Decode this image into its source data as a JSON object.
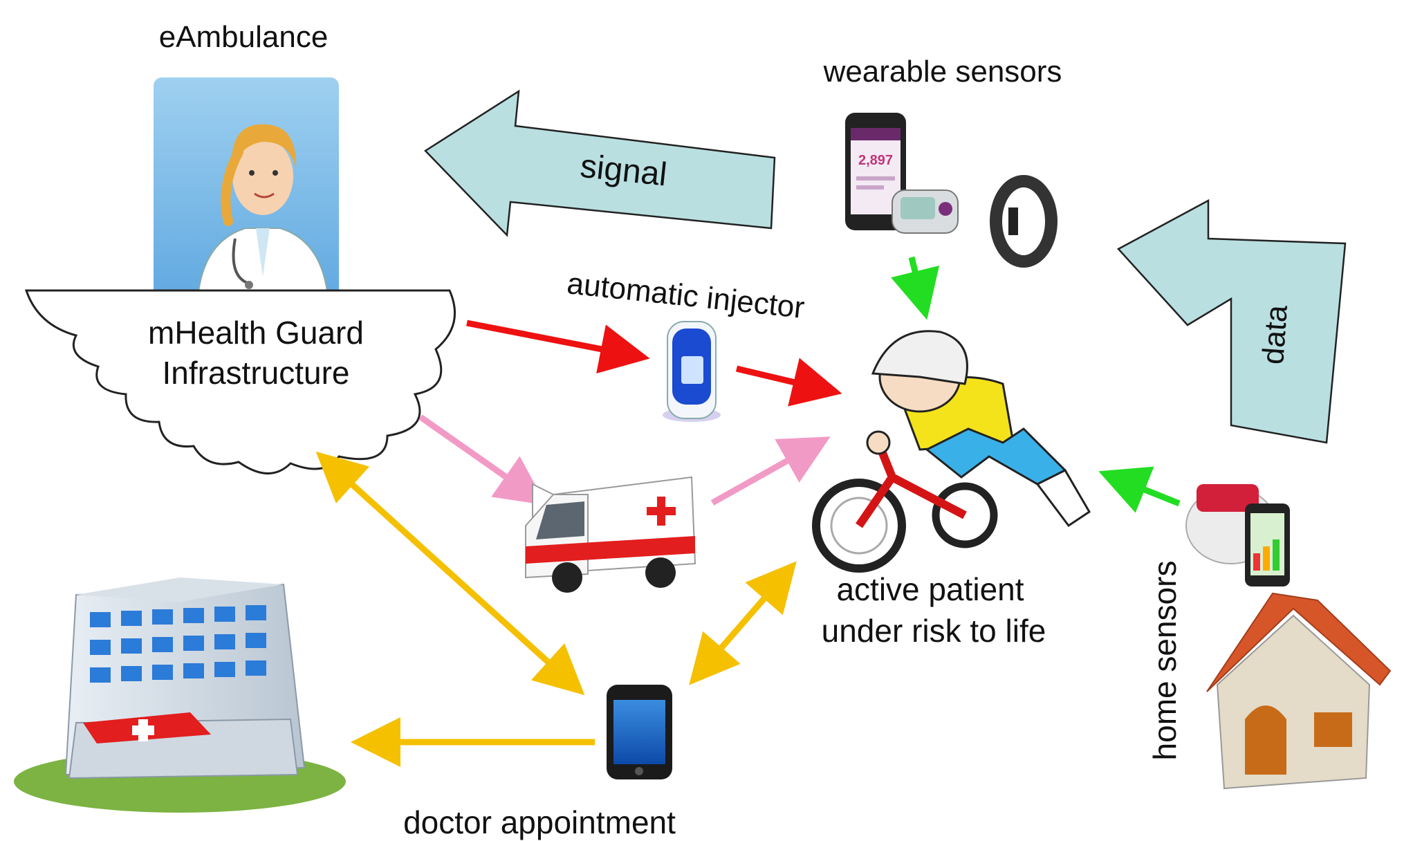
{
  "labels": {
    "eambulance": "eAmbulance",
    "wearable_sensors": "wearable sensors",
    "signal": "signal",
    "data": "data",
    "automatic_injector": "automatic injector",
    "mhealth_line1": "mHealth Guard",
    "mhealth_line2": "Infrastructure",
    "patient_line1": "active patient",
    "patient_line2": "under risk to life",
    "home_sensors": "home sensors",
    "doctor_appointment": "doctor appointment"
  },
  "device_text": {
    "phone_reading": "2,897"
  },
  "colors": {
    "big_arrow_fill": "#b9dfe1",
    "red_arrow": "#ee1111",
    "green_arrow": "#22dd22",
    "pink_arrow": "#f29ac6",
    "yellow_arrow": "#f5c000"
  },
  "icons": {
    "doctor": "doctor-woman-icon",
    "cloud": "cloud-icon",
    "wearables": "smartphone-and-glucometer-icon",
    "band": "fitness-band-icon",
    "injector": "auto-injector-icon",
    "patient": "elderly-man-on-bike-icon",
    "ambulance": "ambulance-icon",
    "hospital": "hospital-building-icon",
    "phone": "smartphone-icon",
    "blood_pressure": "blood-pressure-monitor-icon",
    "house": "house-icon"
  }
}
